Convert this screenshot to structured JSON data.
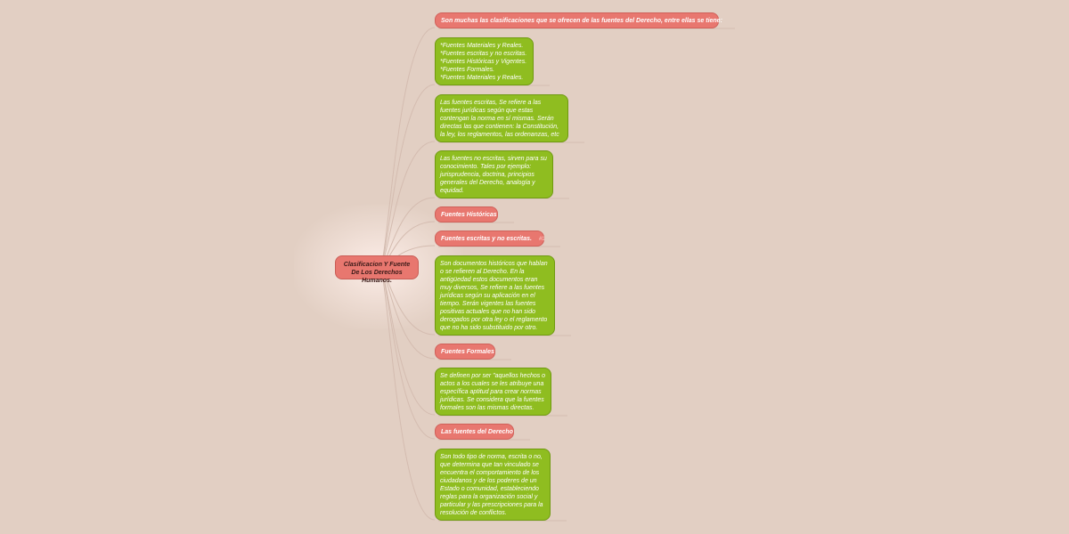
{
  "root": {
    "label": "Clasificacion Y Fuente De Los Derechos Humanos."
  },
  "nodes": [
    {
      "id": "intro",
      "type": "topic",
      "text": "Son muchas las clasificaciones que se ofrecen de las fuentes del Derecho, entre ellas se tiene:"
    },
    {
      "id": "list",
      "type": "note",
      "text": "*Fuentes Materiales y Reales.\n*Fuentes escritas y no escritas.\n*Fuentes Históricas y Vigentes.\n*Fuentes Formales.\n*Fuentes Materiales y Reales."
    },
    {
      "id": "escritas-desc",
      "type": "note",
      "text": "Las fuentes escritas, Se refiere a las fuentes jurídicas según que estas contengan la norma en sí mismas. Serán directas las que contienen: la Constitución, la ley, los reglamentos, las ordenanzas, etc"
    },
    {
      "id": "no-escritas-desc",
      "type": "note",
      "text": "Las fuentes no escritas,  sirven para su conocimiento. Tales por ejemplo: jurisprudencia, doctrina, principios generales del Derecho, analogía y equidad."
    },
    {
      "id": "historicas",
      "type": "topic",
      "text": "Fuentes Históricas"
    },
    {
      "id": "escritas-topic",
      "type": "topic",
      "text": "Fuentes escritas y no escritas.",
      "badge": "#1"
    },
    {
      "id": "historicas-desc",
      "type": "note",
      "text": "Son documentos históricos que hablan o se refieren al Derecho. En la antigüedad estos documentos eran muy diversos,   Se refiere a las fuentes jurídicas según su aplicación en el tiempo. Serán vigentes las fuentes positivas actuales que no han sido derogados por otra ley o el reglamento que no ha sido substituido por otro."
    },
    {
      "id": "formales",
      "type": "topic",
      "text": "Fuentes Formales"
    },
    {
      "id": "formales-desc",
      "type": "note",
      "text": "Se definen por ser \"aquellos hechos o actos a los cuales se les atribuye una específica aptitud para crear normas jurídicas. Se considera que la fuentes formales son las mismas directas."
    },
    {
      "id": "derecho",
      "type": "topic",
      "text": "Las fuentes del Derecho"
    },
    {
      "id": "derecho-desc",
      "type": "note",
      "text": "Son todo tipo de norma, escrita o no, que determina que tan vinculado se encuentra el comportamiento de los ciudadanos y de los poderes de un Estado o comunidad, estableciendo reglas para la organización social y particular y las prescripciones para la resolución de conflictos."
    }
  ],
  "colors": {
    "background": "#e2cfc3",
    "topic": "#e8776f",
    "note": "#8fbd20",
    "connector": "#d4bcb0"
  }
}
